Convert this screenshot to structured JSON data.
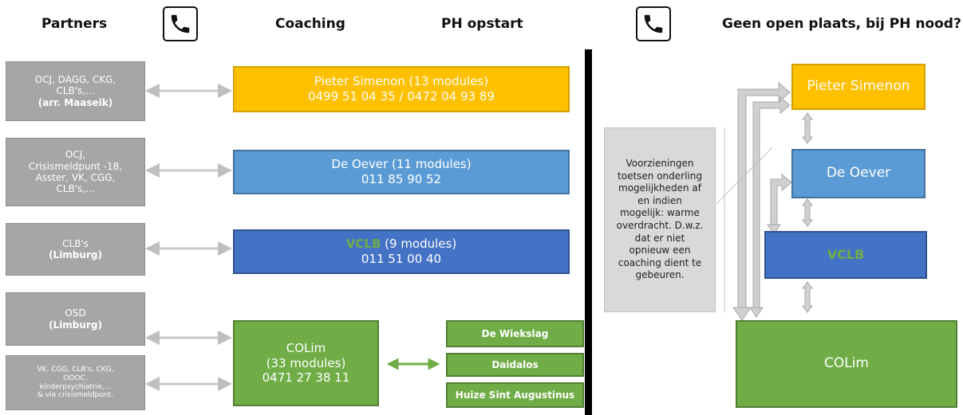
{
  "headers": {
    "partners": "Partners",
    "coaching": "Coaching",
    "ph_opstart": "PH opstart",
    "geen_open": "Geen open plaats, bij PH nood?"
  },
  "icons": [
    "phone-icon",
    "phone-icon"
  ],
  "partners": [
    {
      "lines": [
        "OCJ, DAGG, CKG,",
        "CLB's,..."
      ],
      "bold": "(arr. Maaseik)"
    },
    {
      "lines": [
        "OCJ,",
        "Crisismeldpunt -18,",
        "Asster, VK, CGG,",
        "CLB's,..."
      ],
      "bold": ""
    },
    {
      "lines": [
        "CLB's"
      ],
      "bold": "(Limburg)"
    },
    {
      "lines": [
        "OSD"
      ],
      "bold": "(Limburg)"
    },
    {
      "lines": [
        "VK, CGG, CLB's, CKG,",
        "OOOC,",
        "kinderpsychiatrie,...",
        "& via crisismeldpunt."
      ],
      "bold": ""
    }
  ],
  "coaching": {
    "pieter": {
      "line1": "Pieter Simenon (13 modules)",
      "line2": "0499 51 04 35 / 0472 04 93 89"
    },
    "oever": {
      "line1": "De Oever (11 modules)",
      "line2": "011 85 90 52"
    },
    "vclb": {
      "name": "VCLB",
      "rest": " (9 modules)",
      "line2": "011 51 00 40"
    },
    "colim": {
      "line1": "COLim",
      "line2": "(33 modules)",
      "line3": "0471 27 38 11"
    }
  },
  "colim_sub": [
    "De Wiekslag",
    "Daidalos",
    "Huize Sint Augustinus"
  ],
  "note": "Voorzieningen toetsen onderling mogelijkheden af en indien mogelijk: warme overdracht. D.w.z. dat er niet opnieuw een coaching dient te gebeuren.",
  "right": {
    "pieter": "Pieter Simenon",
    "oever": "De Oever",
    "vclb": "VCLB",
    "colim": "COLim"
  },
  "colors": {
    "yellow": "#ffc000",
    "light_blue": "#5b9bd5",
    "dark_blue": "#4472c4",
    "green": "#70ad47",
    "gray": "#a6a6a6"
  }
}
